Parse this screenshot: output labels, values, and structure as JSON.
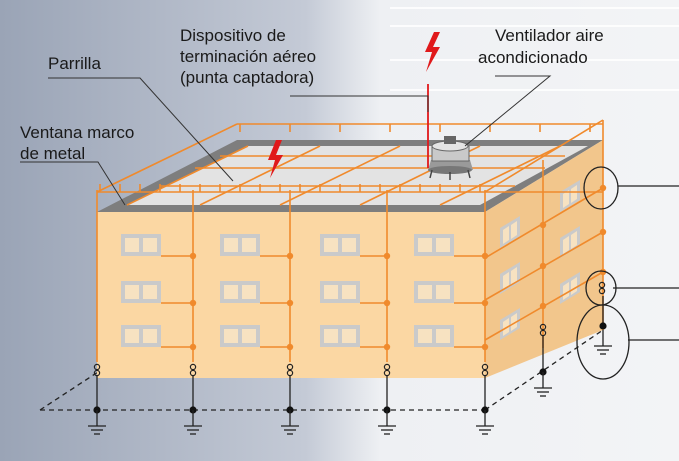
{
  "labels": {
    "parrilla": "Parrilla",
    "ventana_1": "Ventana marco",
    "ventana_2": "de metal",
    "dispositivo_1": "Dispositivo de",
    "dispositivo_2": "terminación aéreo",
    "dispositivo_3": "(punta captadora)",
    "ventilador_1": "Ventilador aire",
    "ventilador_2": "acondicionado"
  },
  "colors": {
    "background_left": "#a9b3c3",
    "background_right": "#eef0f3",
    "building_face": "#fbd7a3",
    "conductor": "#f08a2c",
    "lightning": "#e0191b",
    "window": "#c9c9c9",
    "roof": "#7f7f7f"
  },
  "icons": [
    "lightning-bolt-icon",
    "ground-symbol-icon",
    "earthing-electrode-icon",
    "rooftop-fan-icon"
  ]
}
